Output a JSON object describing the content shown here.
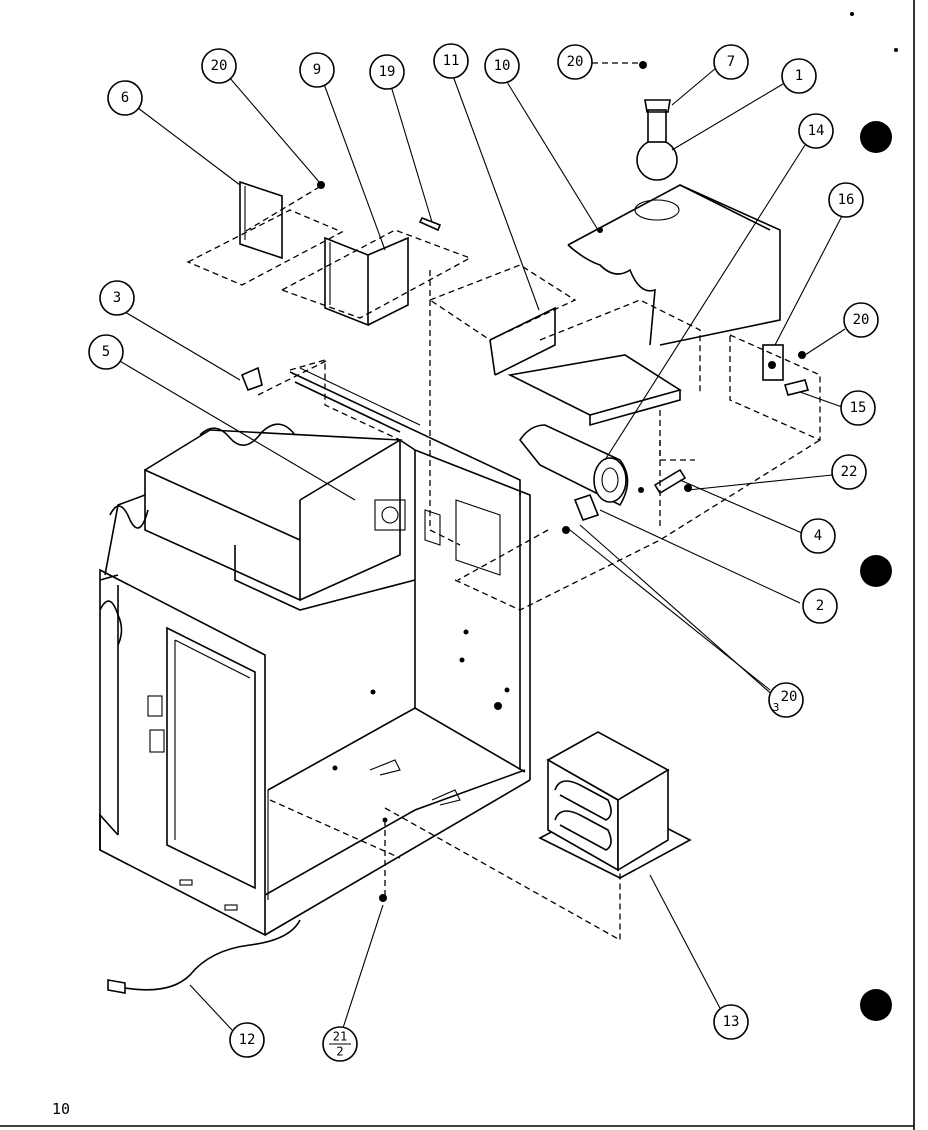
{
  "page_number": "10",
  "callouts": [
    {
      "id": "c20a",
      "label": "20"
    },
    {
      "id": "c9",
      "label": "9"
    },
    {
      "id": "c19",
      "label": "19"
    },
    {
      "id": "c11",
      "label": "11"
    },
    {
      "id": "c10",
      "label": "10"
    },
    {
      "id": "c20b",
      "label": "20"
    },
    {
      "id": "c7",
      "label": "7"
    },
    {
      "id": "c1",
      "label": "1"
    },
    {
      "id": "c14",
      "label": "14"
    },
    {
      "id": "c6",
      "label": "6"
    },
    {
      "id": "c16",
      "label": "16"
    },
    {
      "id": "c3",
      "label": "3"
    },
    {
      "id": "c5",
      "label": "5"
    },
    {
      "id": "c20c",
      "label": "20"
    },
    {
      "id": "c15",
      "label": "15"
    },
    {
      "id": "c22",
      "label": "22"
    },
    {
      "id": "c4",
      "label": "4"
    },
    {
      "id": "c2",
      "label": "2"
    },
    {
      "id": "c20d",
      "label": "20"
    },
    {
      "id": "c13",
      "label": "13"
    },
    {
      "id": "c12",
      "label": "12"
    },
    {
      "id": "c21",
      "label": "21"
    }
  ],
  "callout_fraction": {
    "top": "21",
    "bottom": "2"
  },
  "callout_prefix_3": "3"
}
